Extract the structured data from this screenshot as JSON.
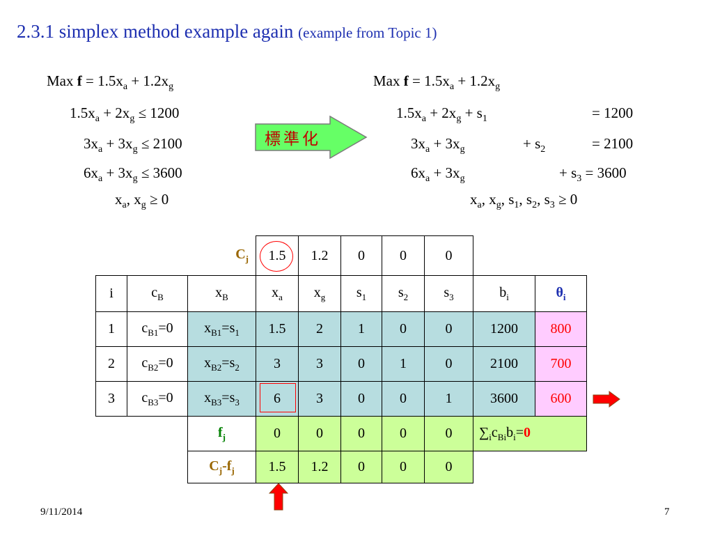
{
  "title": {
    "main": "2.3.1  simplex method example again",
    "sub": "(example from Topic 1)"
  },
  "left_model": {
    "objective": {
      "prefix": "Max",
      "f": "f",
      "rest_1": " = 1.5x",
      "sub_a": "a",
      "rest_2": " + 1.2x",
      "sub_g": "g"
    },
    "c1": {
      "p1": "1.5x",
      "a": "a",
      "p2": " + 2x",
      "g": "g",
      "p3": " ≤ 1200"
    },
    "c2": {
      "p1": "3x",
      "a": "a",
      "p2": " + 3x",
      "g": "g",
      "p3": " ≤ 2100"
    },
    "c3": {
      "p1": "6x",
      "a": "a",
      "p2": " + 3x",
      "g": "g",
      "p3": " ≤ 3600"
    },
    "nonneg": {
      "p1": "x",
      "a": "a",
      "p2": ", x",
      "g": "g",
      "p3": " ≥ 0"
    }
  },
  "arrow_label": "標準化",
  "right_model": {
    "objective": {
      "prefix": "Max",
      "f": "f",
      "rest_1": " = 1.5x",
      "sub_a": "a",
      "rest_2": " + 1.2x",
      "sub_g": "g"
    },
    "c1": {
      "p1": "1.5x",
      "a": "a",
      "p2": " + 2x",
      "g": "g",
      "p3": " + s",
      "s": "1",
      "rhs": "= 1200"
    },
    "c2": {
      "p1": "3x",
      "a": "a",
      "p2": " + 3x",
      "g": "g",
      "p3": "+ s",
      "s": "2",
      "rhs": "= 2100"
    },
    "c3": {
      "p1": "6x",
      "a": "a",
      "p2": " + 3x",
      "g": "g",
      "p3": "+ s",
      "s": "3",
      "rhs": " = 3600"
    },
    "nonneg": {
      "p1": "x",
      "a": "a",
      "p2": ", x",
      "g": "g",
      "p3": ", s",
      "s1": "1",
      "p4": ", s",
      "s2": "2",
      "p5": ", s",
      "s3": "3",
      "p6": " ≥ 0"
    }
  },
  "table": {
    "cj_label": {
      "c": "C",
      "j": "j"
    },
    "cj_values": [
      "1.5",
      "1.2",
      "0",
      "0",
      "0"
    ],
    "headers": {
      "i": "i",
      "cB": {
        "t": "c",
        "s": "B"
      },
      "xB": {
        "t": "x",
        "s": "B"
      },
      "xa": {
        "t": "x",
        "s": "a"
      },
      "xg": {
        "t": "x",
        "s": "g"
      },
      "s1": {
        "t": "s",
        "s": "1"
      },
      "s2": {
        "t": "s",
        "s": "2"
      },
      "s3": {
        "t": "s",
        "s": "3"
      },
      "bi": {
        "t": "b",
        "s": "i"
      },
      "theta": {
        "t": "θ",
        "s": "i"
      }
    },
    "rows": [
      {
        "i": "1",
        "cb_t": "c",
        "cb_s": "B1",
        "cb_v": "=0",
        "xb_t": "x",
        "xb_s": "B1",
        "xb_m": "=s",
        "xb_n": "1",
        "vals": [
          "1.5",
          "2",
          "1",
          "0",
          "0"
        ],
        "b": "1200",
        "theta": "800"
      },
      {
        "i": "2",
        "cb_t": "c",
        "cb_s": "B2",
        "cb_v": "=0",
        "xb_t": "x",
        "xb_s": "B2",
        "xb_m": "=s",
        "xb_n": "2",
        "vals": [
          "3",
          "3",
          "0",
          "1",
          "0"
        ],
        "b": "2100",
        "theta": "700"
      },
      {
        "i": "3",
        "cb_t": "c",
        "cb_s": "B3",
        "cb_v": "=0",
        "xb_t": "x",
        "xb_s": "B3",
        "xb_m": "=s",
        "xb_n": "3",
        "vals": [
          "6",
          "3",
          "0",
          "0",
          "1"
        ],
        "b": "3600",
        "theta": "600"
      }
    ],
    "fj": {
      "label_t": "f",
      "label_s": "j",
      "vals": [
        "0",
        "0",
        "0",
        "0",
        "0"
      ],
      "sum_p1": "∑",
      "sum_s1": "i",
      "sum_p2": "c",
      "sum_s2": "Bi",
      "sum_p3": "b",
      "sum_s3": "i",
      "sum_p4": "=",
      "sum_val": "0"
    },
    "cjfj": {
      "c": "C",
      "j1": "j",
      "dash": "-f",
      "j2": "j",
      "vals": [
        "1.5",
        "1.2",
        "0",
        "0",
        "0"
      ]
    }
  },
  "colors": {
    "title": "#1d2fb0",
    "basis_fill": "#b7dde0",
    "ratio_fill": "#ffccff",
    "fj_fill": "#ccff99",
    "arrow_fill": "#66ff66",
    "pointer_red": "#ff0000"
  },
  "icons": {
    "standardize_arrow": "right-arrow-icon",
    "leaving_row": "right-arrow-icon",
    "entering_col": "up-arrow-icon"
  },
  "footer": {
    "date": "9/11/2014",
    "page": "7"
  }
}
